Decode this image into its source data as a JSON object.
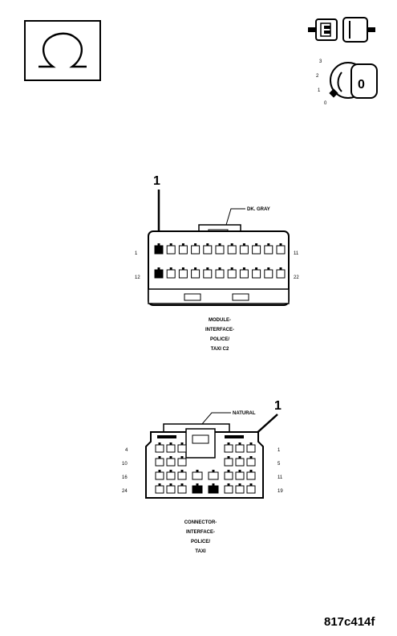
{
  "ignition_switch": {
    "positions": [
      "3",
      "2",
      "1",
      "0"
    ],
    "key_label": "0"
  },
  "connector_c2": {
    "callout": "1",
    "wire_color": "DK. GRAY",
    "pin_labels": {
      "top_left": "1",
      "top_right": "11",
      "bottom_left": "12",
      "bottom_right": "22"
    },
    "caption": [
      "MODULE-",
      "INTERFACE-",
      "POLICE/",
      "TAXI C2"
    ]
  },
  "connector_interface": {
    "callout": "1",
    "wire_color": "NATURAL",
    "pin_labels": {
      "left": [
        "4",
        "10",
        "16",
        "24"
      ],
      "right": [
        "1",
        "5",
        "11",
        "19"
      ]
    },
    "caption": [
      "CONNECTOR-",
      "INTERFACE-",
      "POLICE/",
      "TAXI"
    ]
  },
  "figure_id": "817c414f"
}
